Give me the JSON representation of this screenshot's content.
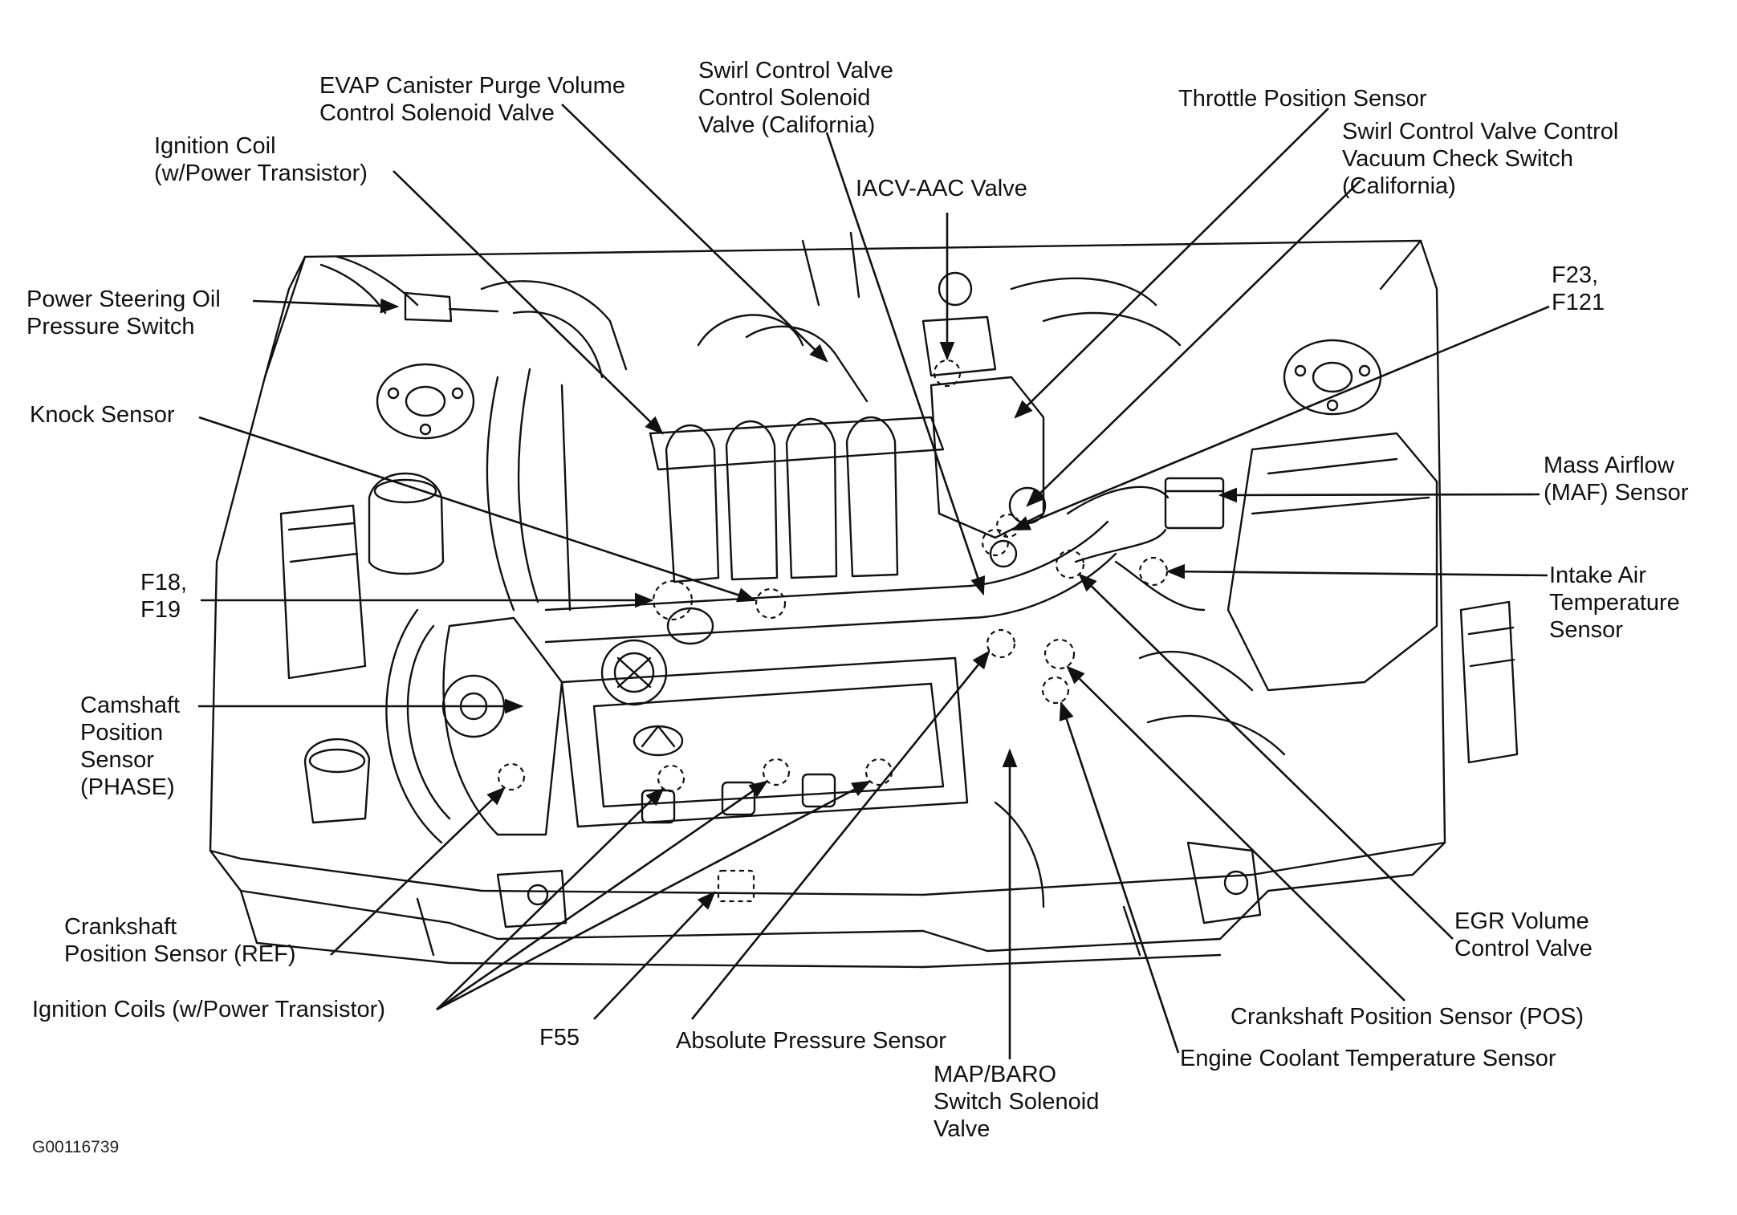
{
  "figure_id": "G00116739",
  "colors": {
    "ink": "#111111",
    "background": "#ffffff"
  },
  "labels": [
    {
      "id": "evap-canister",
      "lines": [
        "EVAP Canister Purge Volume",
        "Control Solenoid Valve"
      ]
    },
    {
      "id": "swirl-control-solenoid",
      "lines": [
        "Swirl Control Valve",
        "Control Solenoid",
        "Valve (California)"
      ]
    },
    {
      "id": "throttle-position",
      "lines": [
        "Throttle Position Sensor"
      ]
    },
    {
      "id": "swirl-vacuum-check",
      "lines": [
        "Swirl Control Valve Control",
        "Vacuum Check Switch",
        "(California)"
      ]
    },
    {
      "id": "ignition-coil",
      "lines": [
        "Ignition Coil",
        "(w/Power Transistor)"
      ]
    },
    {
      "id": "iacv-aac",
      "lines": [
        "IACV-AAC Valve"
      ]
    },
    {
      "id": "power-steering",
      "lines": [
        "Power Steering Oil",
        "Pressure Switch"
      ]
    },
    {
      "id": "f23-f121",
      "lines": [
        "F23,",
        "F121"
      ]
    },
    {
      "id": "knock-sensor",
      "lines": [
        "Knock Sensor"
      ]
    },
    {
      "id": "maf-sensor",
      "lines": [
        "Mass Airflow",
        "(MAF) Sensor"
      ]
    },
    {
      "id": "f18-f19",
      "lines": [
        "F18,",
        "F19"
      ]
    },
    {
      "id": "intake-air-temp",
      "lines": [
        "Intake Air",
        "Temperature",
        "Sensor"
      ]
    },
    {
      "id": "camshaft-position",
      "lines": [
        "Camshaft",
        "Position",
        "Sensor",
        "(PHASE)"
      ]
    },
    {
      "id": "crankshaft-ref",
      "lines": [
        "Crankshaft",
        "Position Sensor (REF)"
      ]
    },
    {
      "id": "egr-volume",
      "lines": [
        "EGR Volume",
        "Control Valve"
      ]
    },
    {
      "id": "ignition-coils",
      "lines": [
        "Ignition Coils (w/Power Transistor)"
      ]
    },
    {
      "id": "crankshaft-pos",
      "lines": [
        "Crankshaft Position Sensor (POS)"
      ]
    },
    {
      "id": "f55",
      "lines": [
        "F55"
      ]
    },
    {
      "id": "absolute-pressure",
      "lines": [
        "Absolute Pressure Sensor"
      ]
    },
    {
      "id": "engine-coolant",
      "lines": [
        "Engine Coolant Temperature Sensor"
      ]
    },
    {
      "id": "map-baro",
      "lines": [
        "MAP/BARO",
        "Switch Solenoid",
        "Valve"
      ]
    }
  ]
}
